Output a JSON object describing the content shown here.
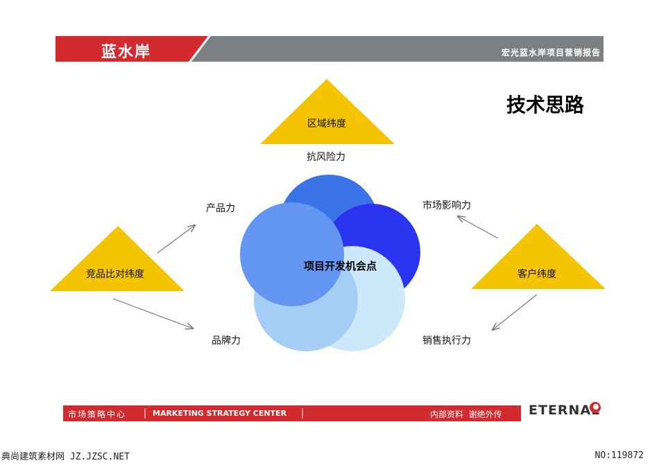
{
  "header": {
    "brand": "蓝水岸",
    "report_title": "宏光蓝水岸项目营销报告",
    "colors": {
      "red": "#d22a2e",
      "gray": "#7d8083"
    }
  },
  "page_title": "技术思路",
  "diagram": {
    "center": "项目开发机会点",
    "dimensions": {
      "top": "区域纬度",
      "left": "竞品比对纬度",
      "right": "客户纬度"
    },
    "forces": {
      "risk": "抗风险力",
      "product": "产品力",
      "brand": "品牌力",
      "market": "市场影响力",
      "sales": "销售执行力"
    },
    "colors": {
      "triangle": "#f5c400",
      "petal_top": "#3a74e8",
      "petal_right": "#2b35f0",
      "petal_bottom_right": "#cde8fb",
      "petal_bottom_left": "#a6cdf5",
      "petal_left": "#6396f2"
    }
  },
  "footer": {
    "center_cn": "市场策略中心",
    "center_en": "MARKETING STRATEGY CENTER",
    "notice": "内部资料  谢绝外传",
    "logo": "ETERNAL"
  },
  "watermark": {
    "left": "典尚建筑素材网 JZ.JZSC.NET",
    "right": "NO:119872"
  }
}
